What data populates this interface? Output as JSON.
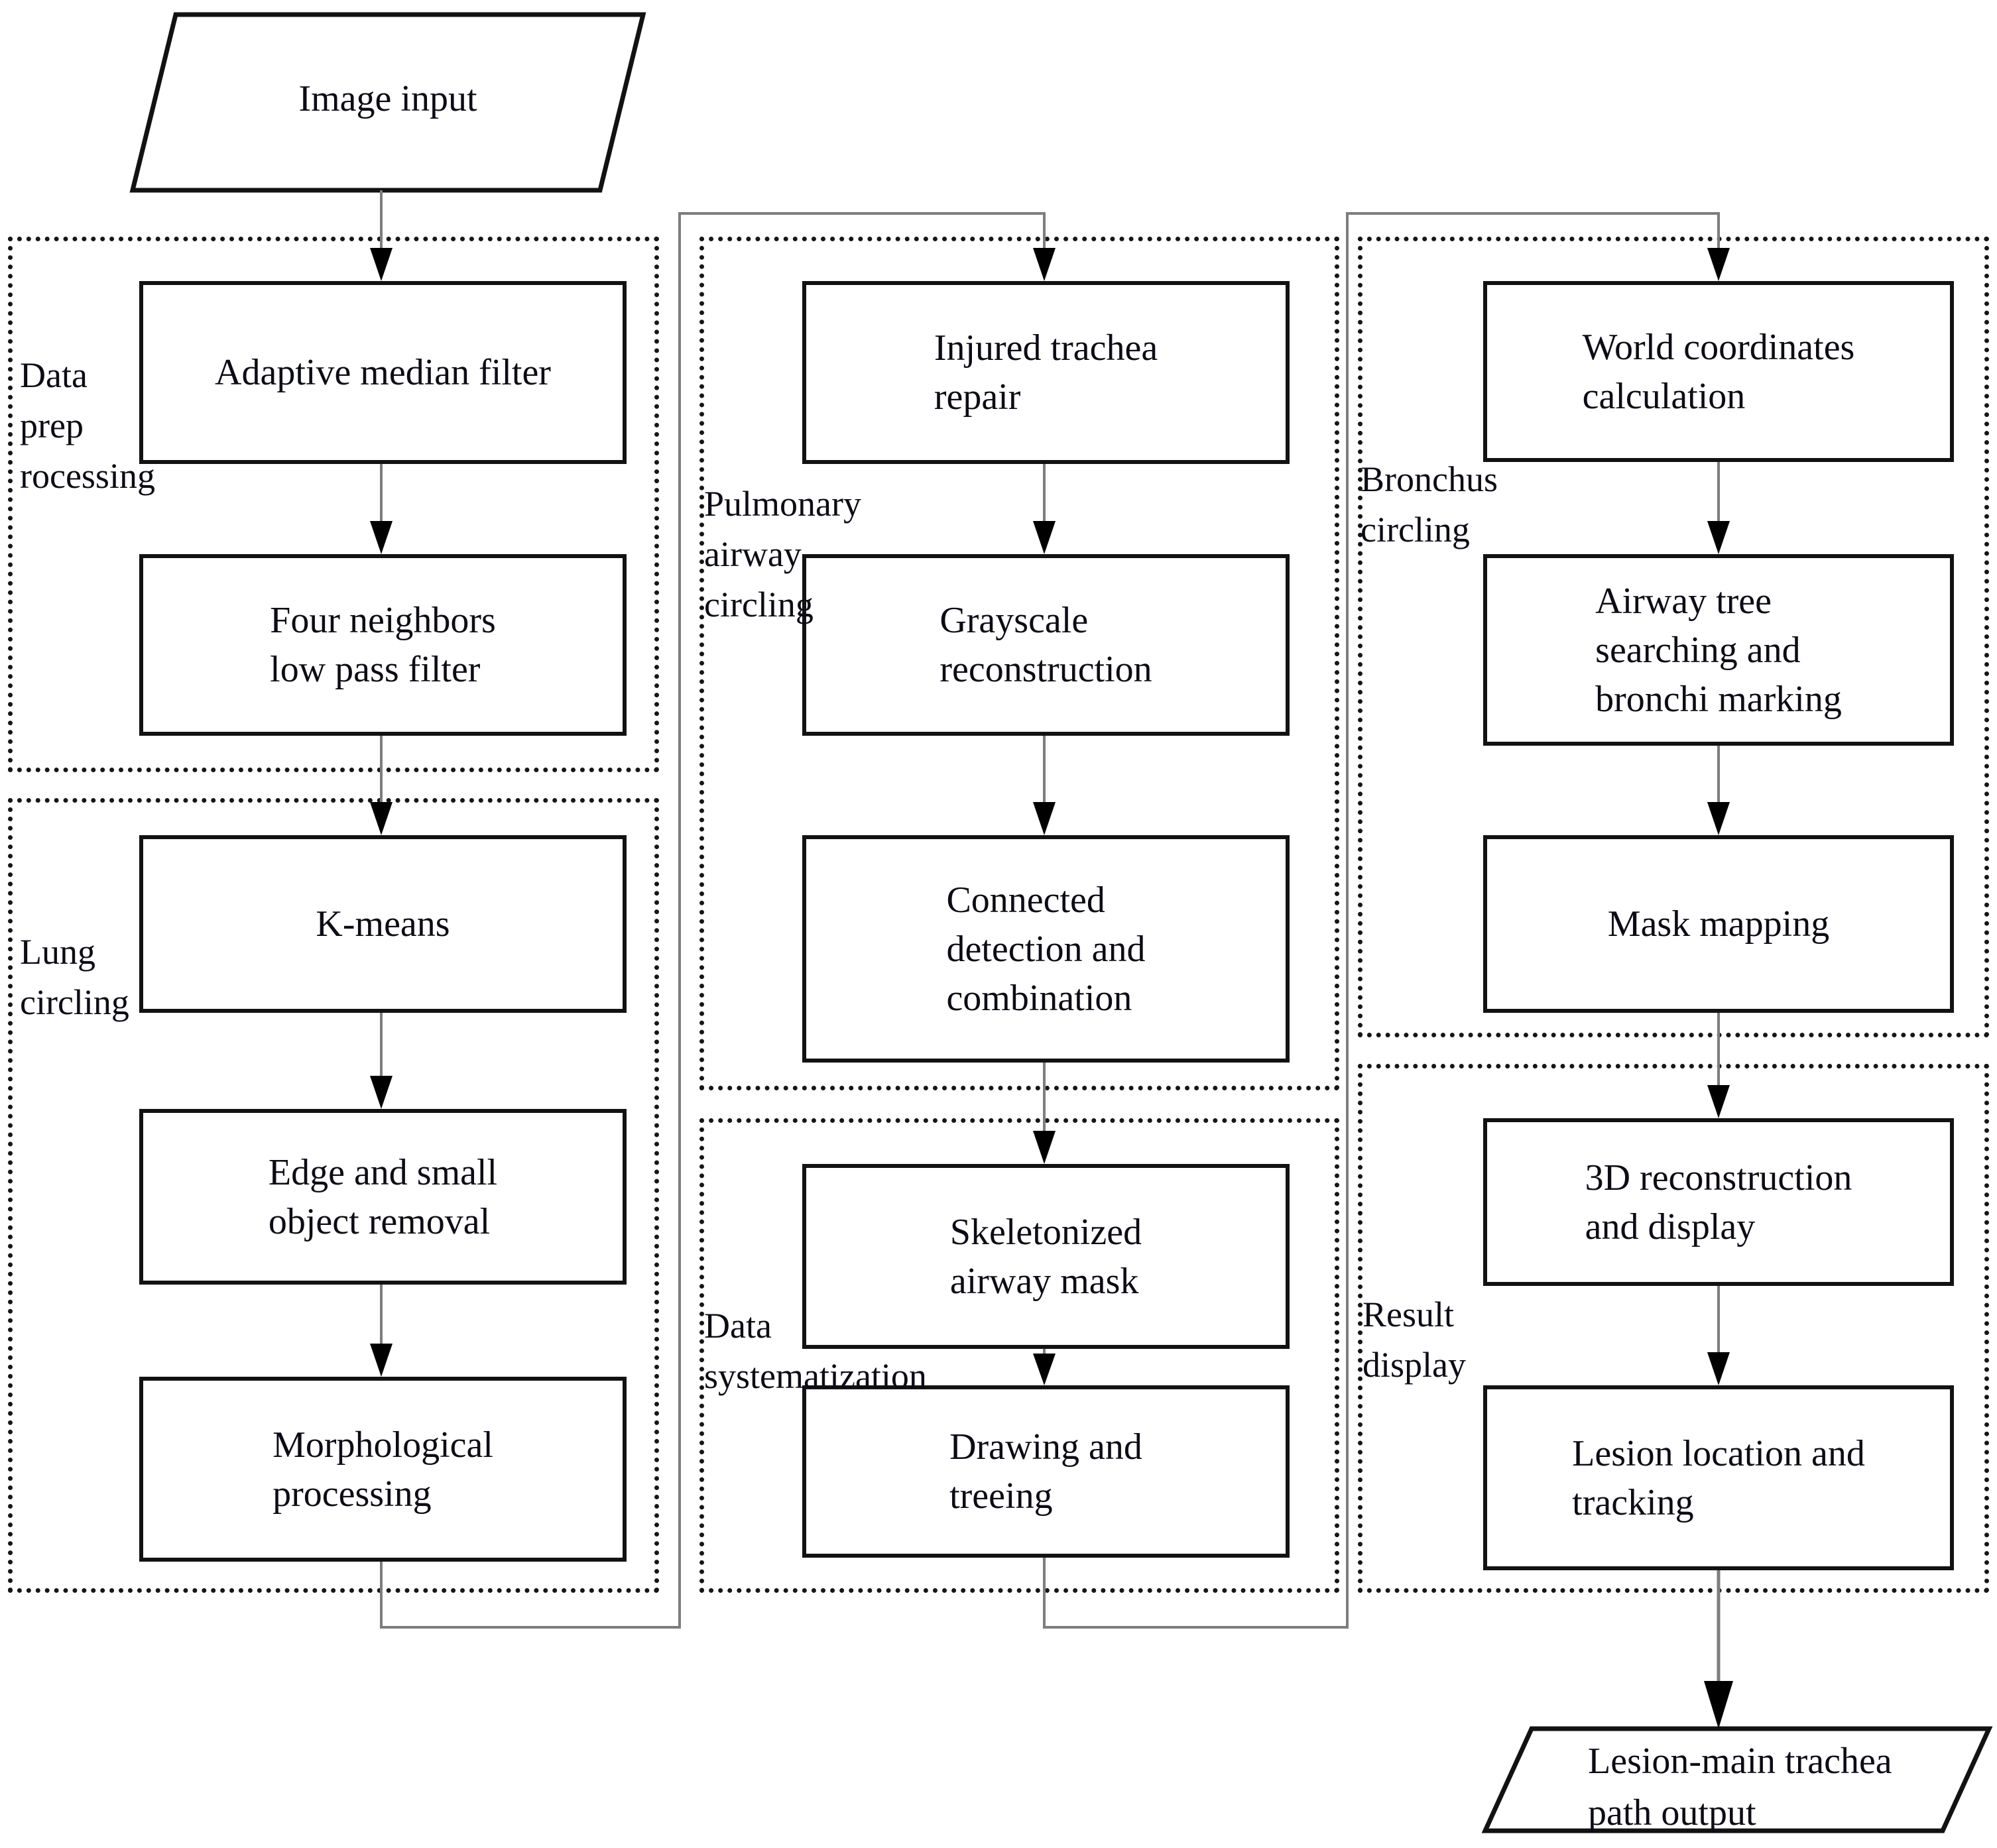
{
  "diagram": {
    "terminals": {
      "image_input": "Image input",
      "lesion_output": "Lesion-main trachea\npath output"
    },
    "groups": {
      "data_preprocessing": "Data\nprep\nrocessing",
      "lung_circling": "Lung\ncircling",
      "pulmonary_airway_circling": "Pulmonary\nairway\ncircling",
      "data_systematization": "Data\nsystematization",
      "bronchus_circling": "Bronchus\ncircling",
      "result_display": "Result\ndisplay"
    },
    "boxes": {
      "adaptive_median_filter": "Adaptive median filter",
      "four_neighbors_low_pass_filter": "Four neighbors\nlow pass filter",
      "k_means": "K-means",
      "edge_and_small_object_removal": "Edge and small\nobject removal",
      "morphological_processing": "Morphological\nprocessing",
      "injured_trachea_repair": "Injured trachea\nrepair",
      "grayscale_reconstruction": "Grayscale\nreconstruction",
      "connected_detection_and_combination": "Connected\ndetection and\ncombination",
      "skeletonized_airway_mask": "Skeletonized\nairway mask",
      "drawing_and_treeing": "Drawing and\ntreeing",
      "world_coordinates_calculation": "World coordinates\ncalculation",
      "airway_tree_searching_and_bronchi_marking": "Airway tree\nsearching and\nbronchi marking",
      "mask_mapping": "Mask mapping",
      "reconstruction_3d_and_display": "3D reconstruction\nand display",
      "lesion_location_and_tracking": "Lesion location and\ntracking"
    },
    "colors": {
      "background": "#ffffff",
      "box_border": "#121212",
      "dotted_border": "#161616",
      "arrow_stem": "#7d7d7d",
      "arrow_head": "#000000",
      "text": "#0c0c16"
    }
  }
}
